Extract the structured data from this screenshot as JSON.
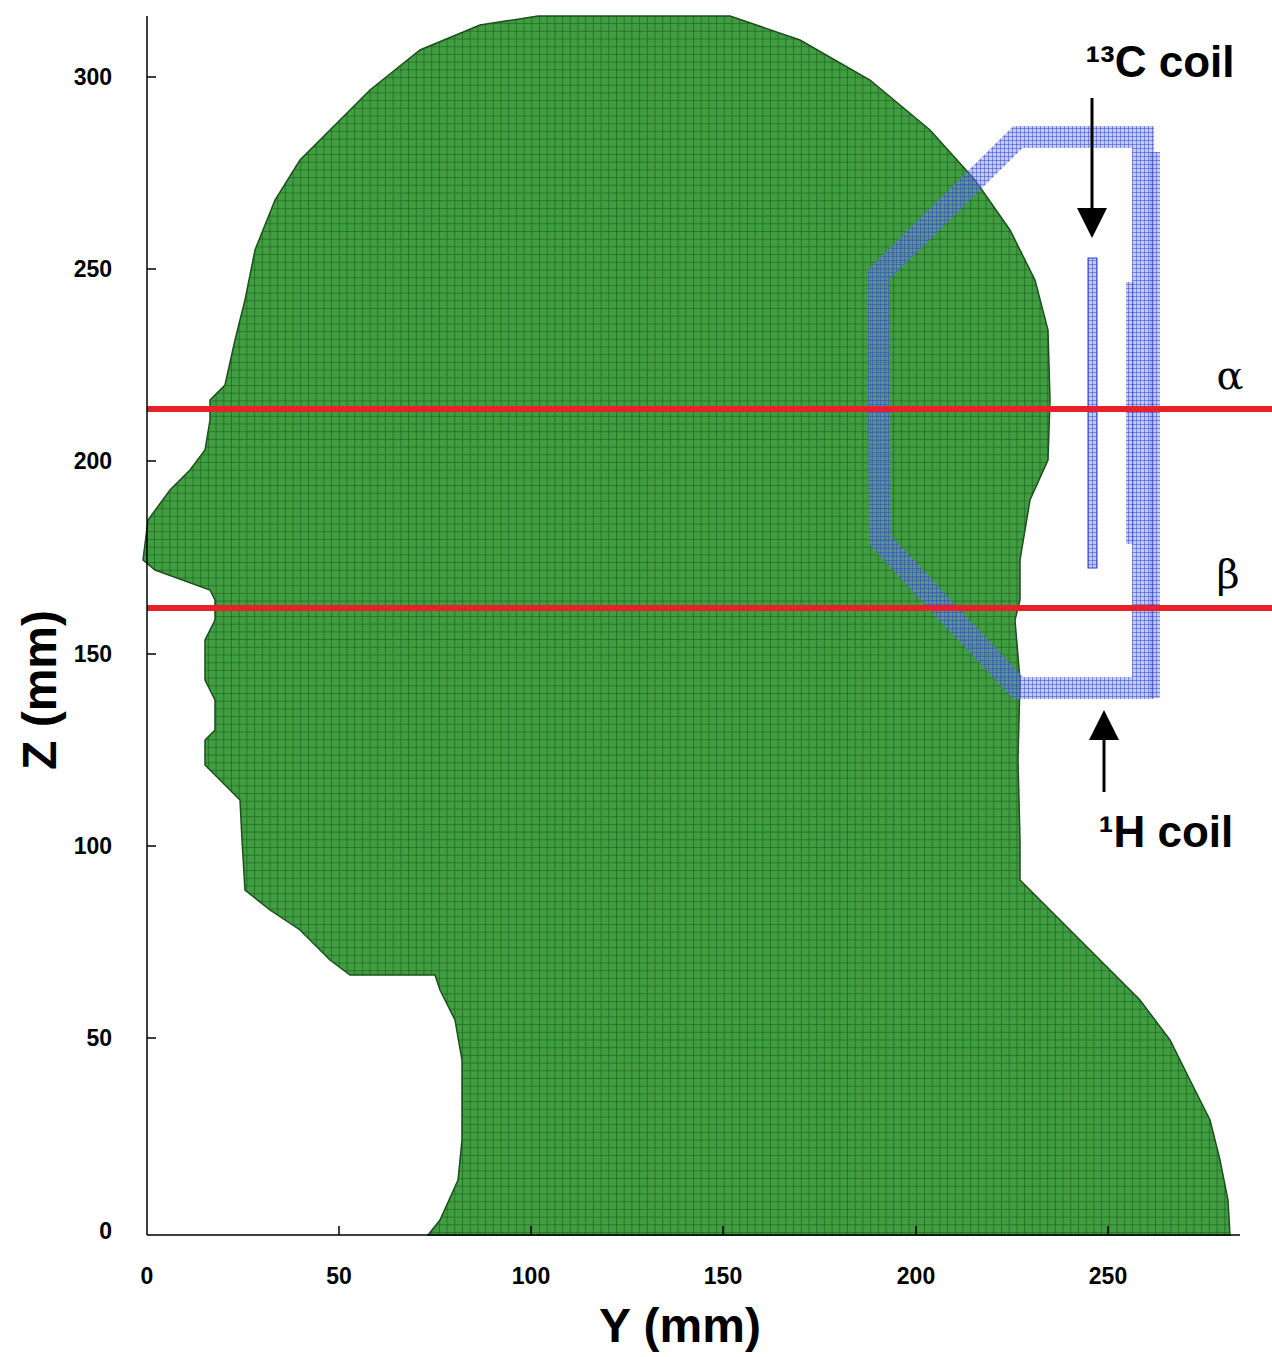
{
  "diagram": {
    "labels": [
      "300",
      "250",
      "200",
      "150",
      "100",
      "50",
      "0",
      "0",
      "50",
      "100",
      "150",
      "200",
      "250",
      "Y (mm)",
      "Z (mm)",
      "¹³C coil",
      "¹H coil",
      "α",
      "β"
    ]
  }
}
